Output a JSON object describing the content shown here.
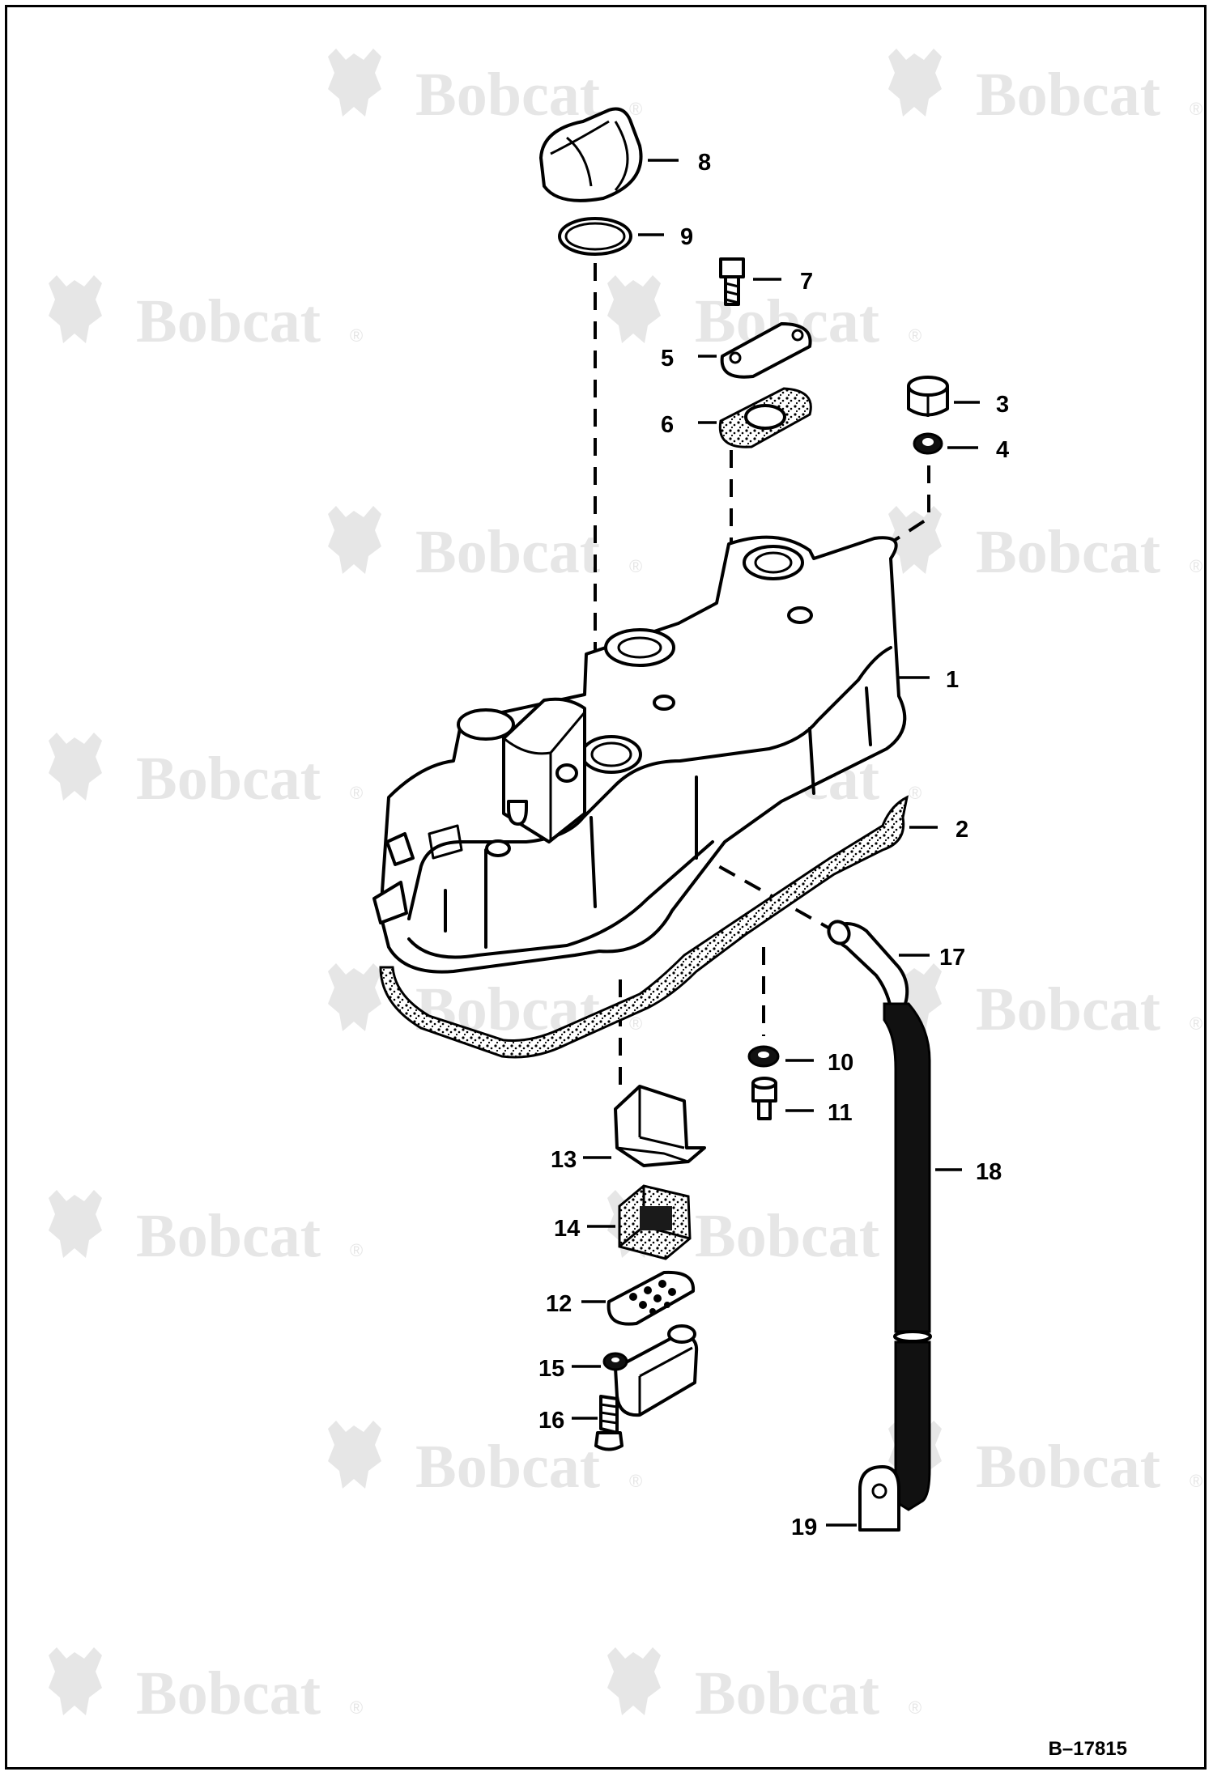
{
  "figure_id": "B–17815",
  "watermark": {
    "brand": "Bobcat",
    "registered_mark": "®"
  },
  "callouts": [
    {
      "id": "1",
      "label": "1"
    },
    {
      "id": "2",
      "label": "2"
    },
    {
      "id": "3",
      "label": "3"
    },
    {
      "id": "4",
      "label": "4"
    },
    {
      "id": "5",
      "label": "5"
    },
    {
      "id": "6",
      "label": "6"
    },
    {
      "id": "7",
      "label": "7"
    },
    {
      "id": "8",
      "label": "8"
    },
    {
      "id": "9",
      "label": "9"
    },
    {
      "id": "10",
      "label": "10"
    },
    {
      "id": "11",
      "label": "11"
    },
    {
      "id": "12",
      "label": "12"
    },
    {
      "id": "13",
      "label": "13"
    },
    {
      "id": "14",
      "label": "14"
    },
    {
      "id": "15",
      "label": "15"
    },
    {
      "id": "16",
      "label": "16"
    },
    {
      "id": "17",
      "label": "17"
    },
    {
      "id": "18",
      "label": "18"
    },
    {
      "id": "19",
      "label": "19"
    }
  ],
  "colors": {
    "ink": "#000000",
    "paper": "#ffffff",
    "watermark": "#e6e6e6"
  }
}
